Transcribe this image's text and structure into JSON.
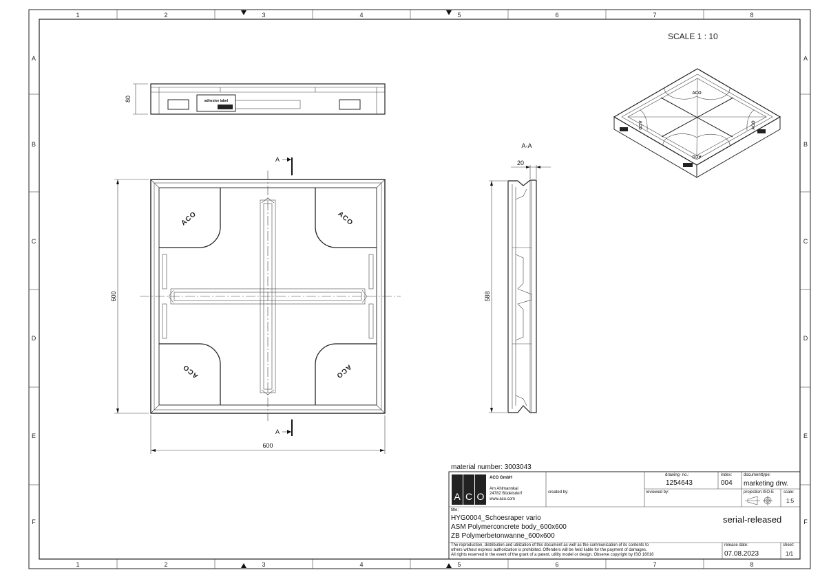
{
  "frame": {
    "columns": [
      "1",
      "2",
      "3",
      "4",
      "5",
      "6",
      "7",
      "8"
    ],
    "rows": [
      "A",
      "B",
      "C",
      "D",
      "E",
      "F"
    ]
  },
  "drawing": {
    "scale_label": "SCALE 1 : 10",
    "section_label": "A-A",
    "section_marker_top": "A",
    "section_marker_bottom": "A",
    "dims": {
      "top_height": "80",
      "plan_height": "600",
      "plan_width": "600",
      "section_height": "588",
      "section_top": "20"
    },
    "label_text": "adhesive label",
    "logo_mark": "ACO"
  },
  "title_block": {
    "material_number": "material number: 3003043",
    "company": "ACO GmbH",
    "address_line1": "Am Ahlmannkai",
    "address_line2": "24782 Büdelsdorf",
    "website": "www.aco.com",
    "logo": "ACO",
    "created_by_label": "created by:",
    "reviewed_by_label": "reviewed by:",
    "drawing_no_label": "drawing- no.:",
    "drawing_no": "1254643",
    "index_label": "index:",
    "index": "004",
    "doctype_label": "documenttype:",
    "doctype": "marketing drw.",
    "projection_label": "projection:ISO-E",
    "scale_label": "scale:",
    "scale": "1:5",
    "title_label": "title:",
    "title_line1": "HYG0004_Schoesraper vario",
    "title_line2": "ASM Polymerconcrete body_600x600",
    "title_line3": "ZB Polymerbetonwanne_600x600",
    "status": "serial-released",
    "notice_line1": "The reproduction, distribution and utilization of this document as well as the communication of its contents to",
    "notice_line2": "others without express authorization is prohibited. Offenders will be held liable for the payment of damages.",
    "notice_line3": "All rights reserved in the event of the grant of a patent, utility model or design. Observe copyright by ISO 16016",
    "release_label": "release date:",
    "release_date": "07.08.2023",
    "sheet_label": "sheet:",
    "sheet": "1/1"
  }
}
